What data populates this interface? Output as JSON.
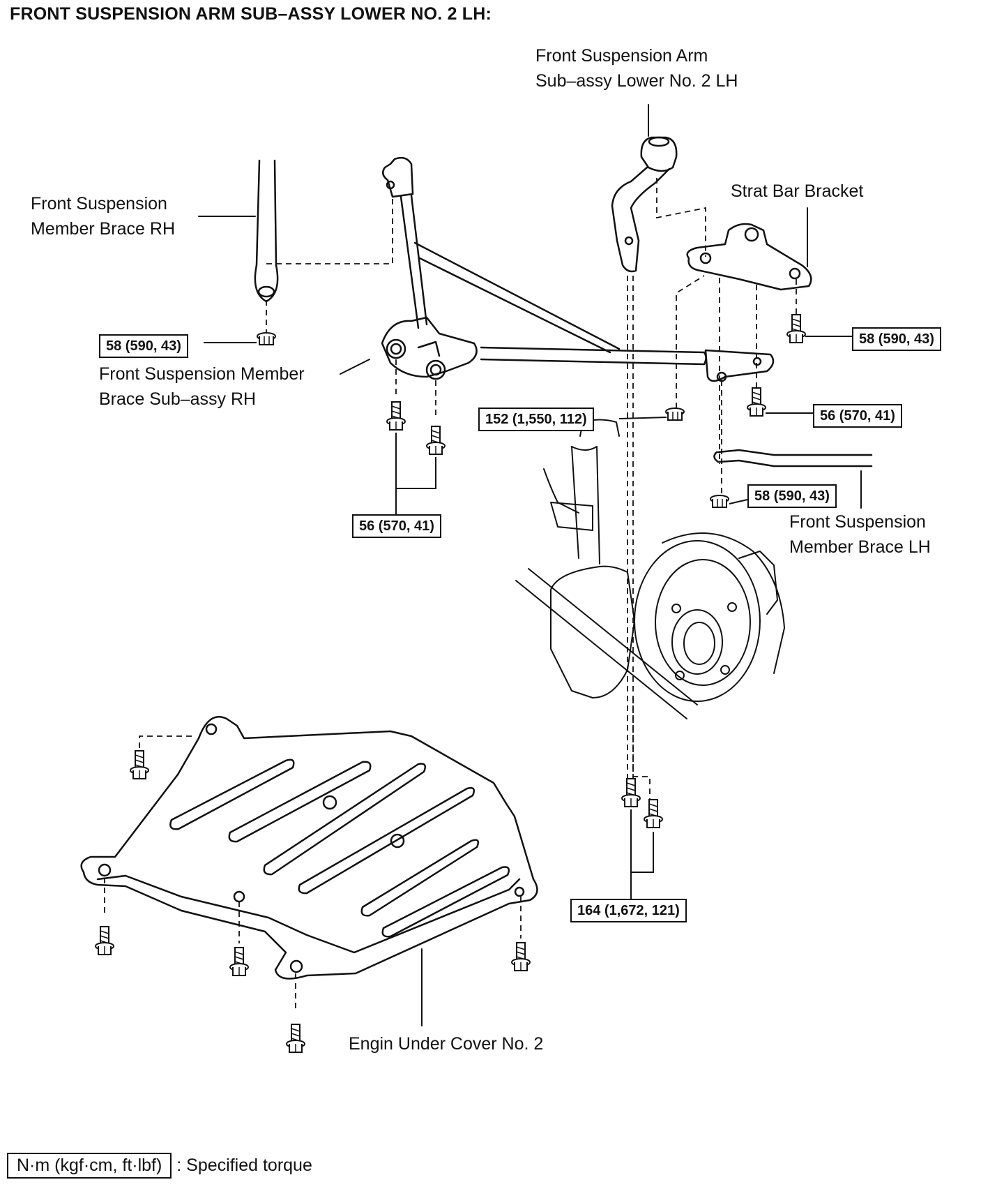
{
  "title": "FRONT SUSPENSION ARM SUB–ASSY LOWER NO. 2 LH:",
  "labels": {
    "arm_lower_line1": "Front Suspension Arm",
    "arm_lower_line2": "Sub–assy Lower No. 2 LH",
    "brace_rh_line1": "Front Suspension",
    "brace_rh_line2": "Member Brace RH",
    "strut_bracket": "Strat Bar Bracket",
    "brace_subassy_line1": "Front Suspension Member",
    "brace_subassy_line2": "Brace Sub–assy RH",
    "brace_lh_line1": "Front Suspension",
    "brace_lh_line2": "Member Brace LH",
    "under_cover": "Engin Under Cover No. 2"
  },
  "torques": {
    "t1": "58 (590, 43)",
    "t2": "58 (590, 43)",
    "t3": "152 (1,550, 112)",
    "t4": "56 (570, 41)",
    "t5": "56 (570, 41)",
    "t6": "58 (590, 43)",
    "t7": "164 (1,672, 121)"
  },
  "legend": {
    "unit": "N·m (kgf·cm, ft·lbf)",
    "text": ": Specified torque"
  }
}
